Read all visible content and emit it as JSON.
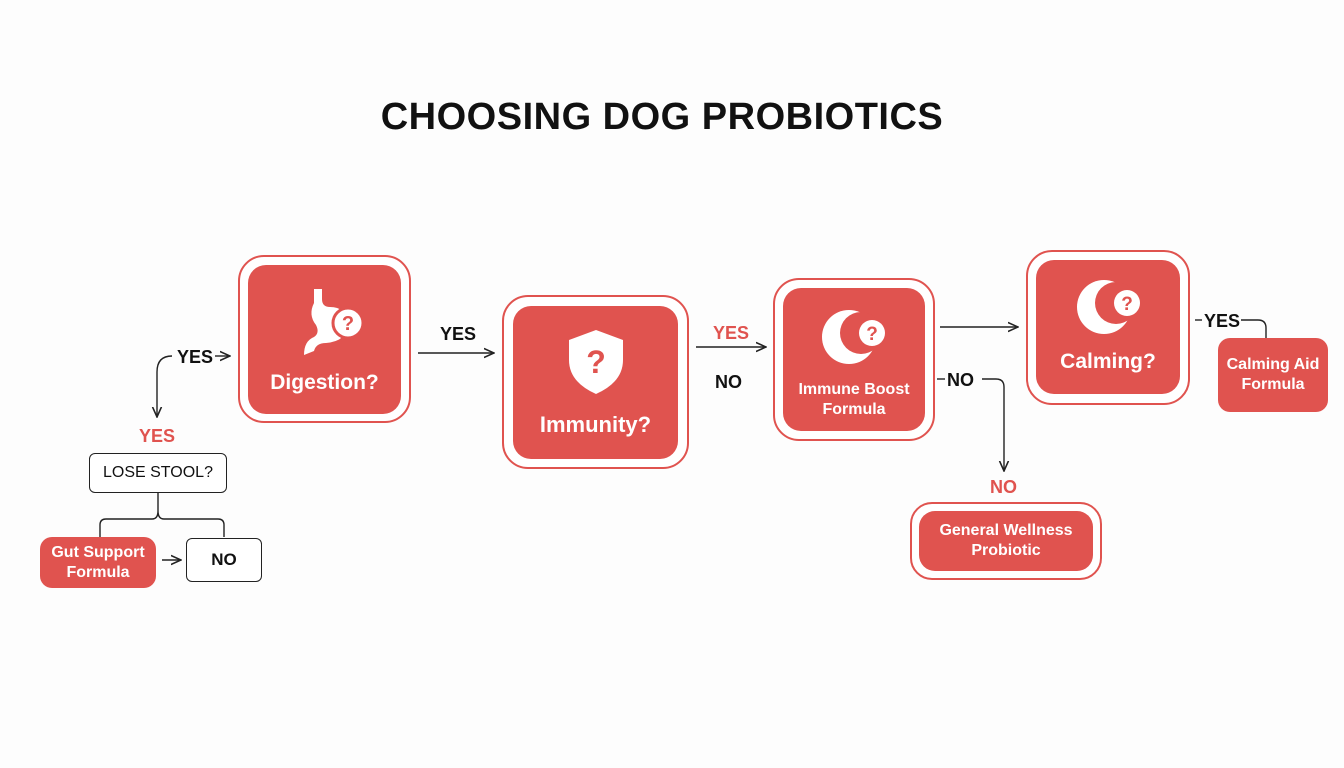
{
  "title": "CHOOSING DOG PROBIOTICS",
  "nodes": {
    "digestion": {
      "label": "Digestion?",
      "icon": "stomach-question-icon"
    },
    "immunity": {
      "label": "Immunity?",
      "icon": "shield-question-icon"
    },
    "immune_boost": {
      "label": "Immune Boost Formula",
      "icon": "moon-question-icon"
    },
    "calming": {
      "label": "Calming?",
      "icon": "moon-question-icon"
    },
    "lose_stool": {
      "label": "LOSE STOOL?"
    },
    "gut_support": {
      "label": "Gut Support Formula"
    },
    "no_box": {
      "label": "NO"
    },
    "general_wellness": {
      "label": "General Wellness Probiotic"
    },
    "calming_aid": {
      "label": "Calming Aid Formula"
    }
  },
  "edge_labels": {
    "yes_left": "YES",
    "yes_red_left": "YES",
    "yes_digestion_immunity": "YES",
    "yes_red_immunity": "YES",
    "no_immunity": "NO",
    "no_immune_boost": "NO",
    "no_red_wellness": "NO",
    "yes_calming": "YES"
  },
  "colors": {
    "accent": "#e0534f",
    "ink": "#111111",
    "background": "#fdfdfd"
  }
}
